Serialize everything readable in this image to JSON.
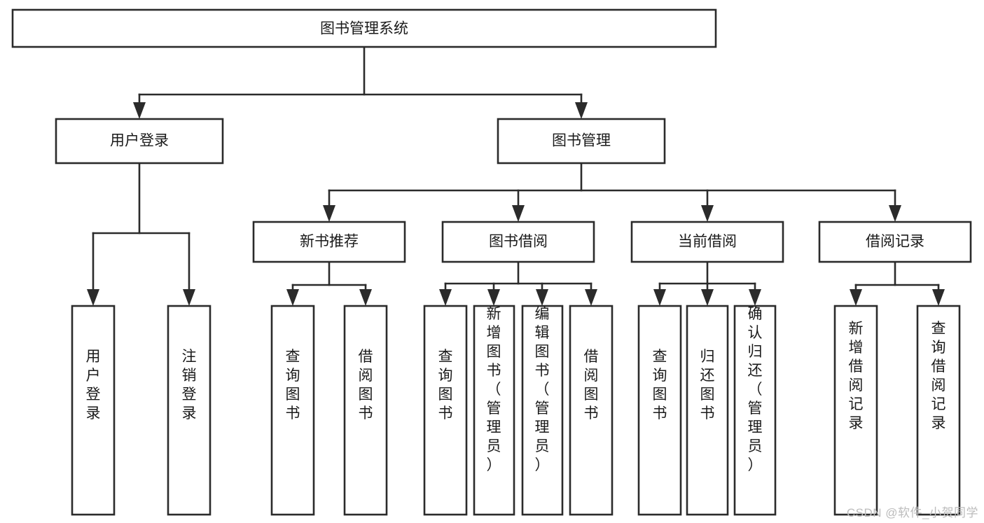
{
  "diagram": {
    "type": "tree-hierarchy",
    "orientation": "top-down",
    "title": "图书管理系统",
    "watermark": "CSDN @软件_小贺同学",
    "colors": {
      "stroke": "#2b2b2b",
      "box_fill": "#ffffff",
      "text": "#1a1a1a",
      "background": "#ffffff",
      "watermark": "#bcbcbc"
    },
    "levels": [
      {
        "level": 1,
        "nodes": [
          {
            "id": "root",
            "label": "图书管理系统",
            "orientation": "horizontal"
          }
        ]
      },
      {
        "level": 2,
        "nodes": [
          {
            "id": "login",
            "label": "用户登录",
            "orientation": "horizontal",
            "parent": "root"
          },
          {
            "id": "bookmgmt",
            "label": "图书管理",
            "orientation": "horizontal",
            "parent": "root"
          }
        ]
      },
      {
        "level": 3,
        "nodes": [
          {
            "id": "newbook",
            "label": "新书推荐",
            "orientation": "horizontal",
            "parent": "bookmgmt"
          },
          {
            "id": "borrow",
            "label": "图书借阅",
            "orientation": "horizontal",
            "parent": "bookmgmt"
          },
          {
            "id": "current",
            "label": "当前借阅",
            "orientation": "horizontal",
            "parent": "bookmgmt"
          },
          {
            "id": "records",
            "label": "借阅记录",
            "orientation": "horizontal",
            "parent": "bookmgmt"
          }
        ]
      },
      {
        "level": 4,
        "nodes": [
          {
            "id": "leaf1",
            "label": "用户登录",
            "orientation": "vertical",
            "parent": "login"
          },
          {
            "id": "leaf2",
            "label": "注销登录",
            "orientation": "vertical",
            "parent": "login"
          },
          {
            "id": "leaf3",
            "label": "查询图书",
            "orientation": "vertical",
            "parent": "newbook"
          },
          {
            "id": "leaf4",
            "label": "借阅图书",
            "orientation": "vertical",
            "parent": "newbook"
          },
          {
            "id": "leaf5",
            "label": "查询图书",
            "orientation": "vertical",
            "parent": "borrow"
          },
          {
            "id": "leaf6",
            "label": "新增图书（管理员）",
            "orientation": "vertical",
            "parent": "borrow"
          },
          {
            "id": "leaf7",
            "label": "编辑图书（管理员）",
            "orientation": "vertical",
            "parent": "borrow"
          },
          {
            "id": "leaf8",
            "label": "借阅图书",
            "orientation": "vertical",
            "parent": "borrow"
          },
          {
            "id": "leaf9",
            "label": "查询图书",
            "orientation": "vertical",
            "parent": "current"
          },
          {
            "id": "leaf10",
            "label": "归还图书",
            "orientation": "vertical",
            "parent": "current"
          },
          {
            "id": "leaf11",
            "label": "确认归还（管理员）",
            "orientation": "vertical",
            "parent": "current"
          },
          {
            "id": "leaf12",
            "label": "新增借阅记录",
            "orientation": "vertical",
            "parent": "records"
          },
          {
            "id": "leaf13",
            "label": "查询借阅记录",
            "orientation": "vertical",
            "parent": "records"
          }
        ]
      }
    ],
    "edges": [
      {
        "from": "root",
        "to": "login"
      },
      {
        "from": "root",
        "to": "bookmgmt"
      },
      {
        "from": "bookmgmt",
        "to": "newbook"
      },
      {
        "from": "bookmgmt",
        "to": "borrow"
      },
      {
        "from": "bookmgmt",
        "to": "current"
      },
      {
        "from": "bookmgmt",
        "to": "records"
      },
      {
        "from": "login",
        "to": "leaf1"
      },
      {
        "from": "login",
        "to": "leaf2"
      },
      {
        "from": "newbook",
        "to": "leaf3"
      },
      {
        "from": "newbook",
        "to": "leaf4"
      },
      {
        "from": "borrow",
        "to": "leaf5"
      },
      {
        "from": "borrow",
        "to": "leaf6"
      },
      {
        "from": "borrow",
        "to": "leaf7"
      },
      {
        "from": "borrow",
        "to": "leaf8"
      },
      {
        "from": "current",
        "to": "leaf9"
      },
      {
        "from": "current",
        "to": "leaf10"
      },
      {
        "from": "current",
        "to": "leaf11"
      },
      {
        "from": "records",
        "to": "leaf12"
      },
      {
        "from": "records",
        "to": "leaf13"
      }
    ]
  }
}
